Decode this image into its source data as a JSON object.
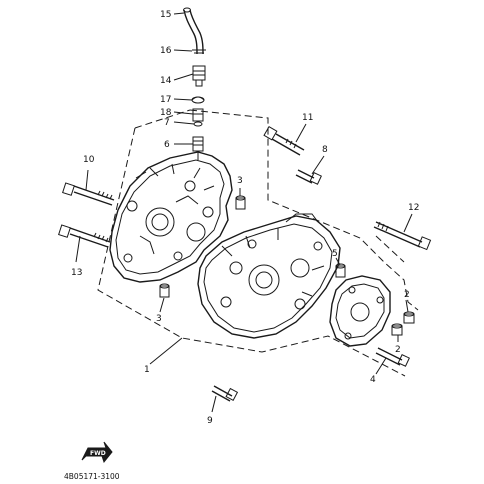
{
  "callouts": {
    "c15": "15",
    "c16": "16",
    "c14": "14",
    "c17": "17",
    "c18": "18",
    "c7": "7",
    "c6": "6",
    "c10": "10",
    "c3a": "3",
    "c11": "11",
    "c8": "8",
    "c12": "12",
    "c13": "13",
    "c3b": "3",
    "c5": "5",
    "c2a": "2",
    "c2b": "2",
    "c4": "4",
    "c1": "1",
    "c9": "9"
  },
  "fwd_label": "FWD",
  "diagram_code": "4B05171-3100"
}
